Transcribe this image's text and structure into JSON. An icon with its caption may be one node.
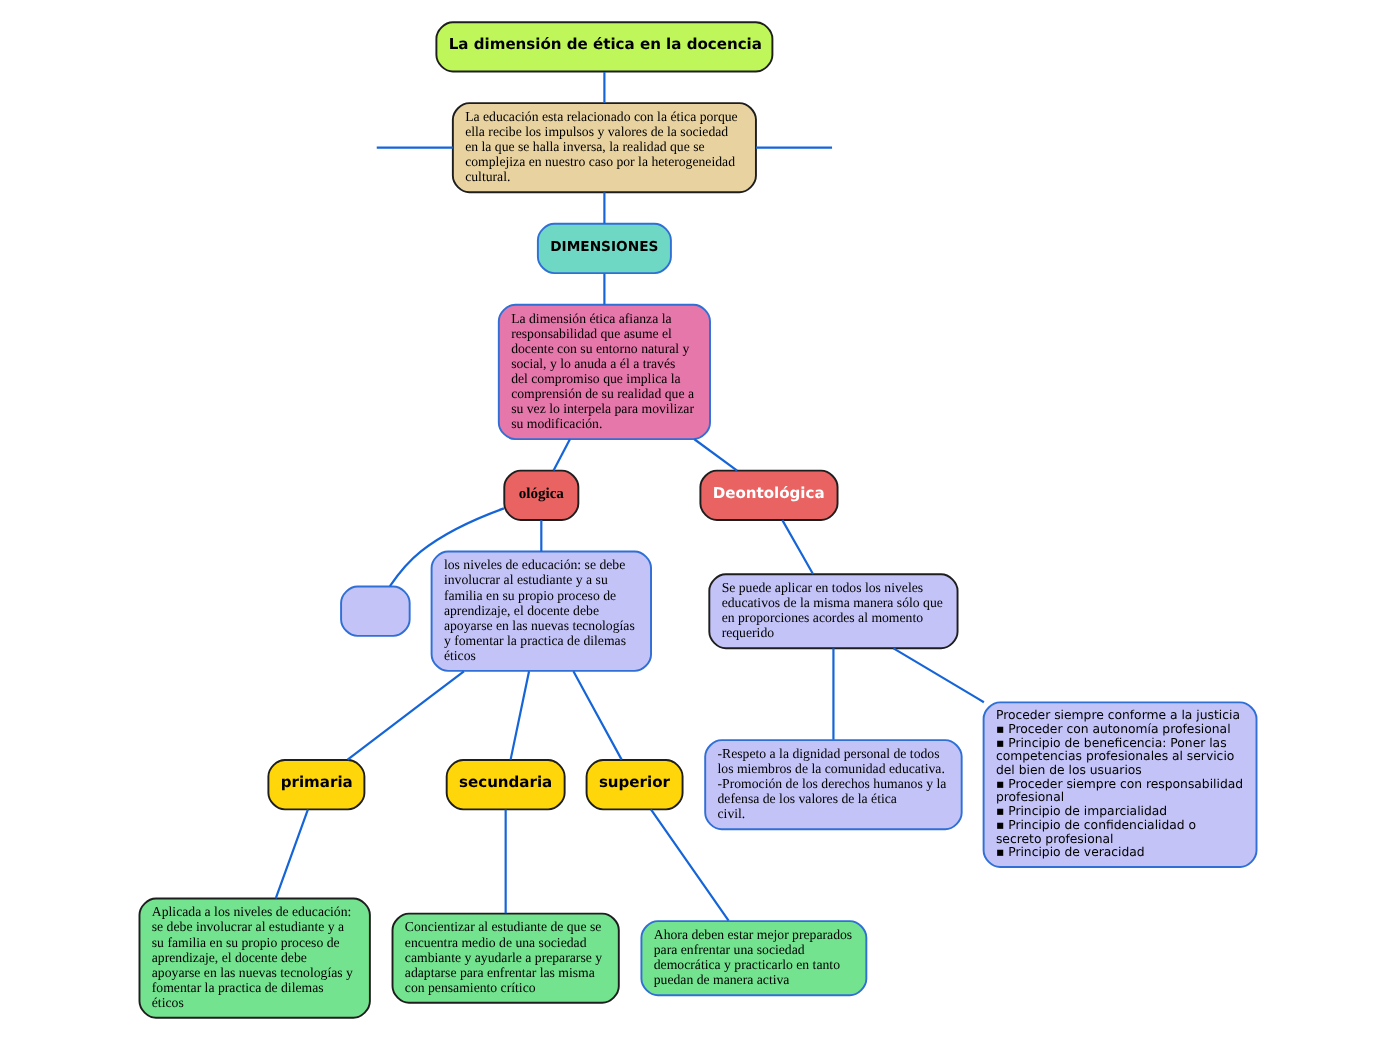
{
  "diagram": {
    "nodes": [
      {
        "text": [
          "La dimensión de ética en la docencia"
        ]
      },
      {
        "text": [
          "La educación esta relacionado con la ética porque ella recibe los impulsos y valores de la sociedad en la que se halla inversa, la realidad que se complejiza en nuestro caso por la heterogeneidad cultural."
        ]
      },
      {
        "text": [
          "DIMENSIONES"
        ]
      },
      {
        "text": [
          "La dimensión ética afianza la responsabilidad que asume el docente con su entorno natural y social, y lo anuda a él a través del compromiso que implica la comprensión de su realidad que a su vez lo interpela para movilizar su modificación."
        ]
      },
      {
        "text": [
          "ológica"
        ]
      },
      {
        "text": [
          "Deontológica"
        ]
      },
      {
        "text": [
          "los niveles de educación: se debe involucrar al estudiante y a su familia en su propio proceso de aprendizaje, el docente debe apoyarse en las nuevas tecnologías y fomentar la practica de dilemas éticos"
        ]
      },
      {
        "text": [
          "Se puede aplicar en todos los niveles educativos de la misma manera sólo que en proporciones acordes al momento requerido"
        ]
      },
      {
        "text": [],
        "shape": "box"
      },
      {
        "text": [
          "-Respeto a la dignidad personal de todos los miembros de la comunidad educativa.",
          "-Promoción de los derechos humanos y la defensa de los valores de la ética civil."
        ]
      },
      {
        "text": [
          "Proceder siempre conforme a la justicia",
          "▪ Proceder con autonomía profesional",
          "▪ Principio de beneficencia: Poner las competencias profesionales al servicio del bien de los usuarios",
          "▪ Proceder siempre con responsabilidad profesional",
          "▪ Principio de imparcialidad",
          "▪ Principio de confidencialidad o secreto profesional",
          "▪ Principio de veracidad"
        ]
      },
      {
        "text": [
          "primaria"
        ]
      },
      {
        "text": [
          "secundaria"
        ]
      },
      {
        "text": [
          "superior"
        ]
      },
      {
        "text": [
          "Aplicada a los niveles de educación: se debe involucrar al estudiante y a su familia en su propio proceso de aprendizaje, el docente debe apoyarse en las nuevas tecnologías y fomentar la practica de dilemas éticos"
        ]
      },
      {
        "text": [
          "Concientizar al estudiante de que se encuentra medio de una sociedad cambiante y ayudarle a prepararse y adaptarse para enfrentar las misma con pensamiento crítico"
        ]
      },
      {
        "text": [
          "Ahora deben estar mejor preparados para enfrentar una sociedad democrática y practicarlo en tanto puedan de manera activa"
        ]
      }
    ],
    "edges": [
      {
        "from": 0,
        "to": 1,
        "arrow": "none"
      },
      {
        "from": 1,
        "to": null,
        "arrow": "none"
      },
      {
        "from": 1,
        "to": 2,
        "arrow": "none"
      },
      {
        "from": 1,
        "to": null,
        "arrow": "none"
      },
      {
        "from": 2,
        "to": 3,
        "arrow": "none"
      },
      {
        "from": 3,
        "to": 4,
        "arrow": "none"
      },
      {
        "from": 3,
        "to": 5,
        "arrow": "none"
      },
      {
        "from": 4,
        "to": 8,
        "arrow": "none"
      },
      {
        "from": 4,
        "to": 6,
        "arrow": "none"
      },
      {
        "from": 5,
        "to": 7,
        "arrow": "none"
      },
      {
        "from": 6,
        "to": 11,
        "arrow": "none"
      },
      {
        "from": 6,
        "to": 12,
        "arrow": "none"
      },
      {
        "from": 6,
        "to": 13,
        "arrow": "none"
      },
      {
        "from": 7,
        "to": 9,
        "arrow": "none"
      },
      {
        "from": 7,
        "to": 10,
        "arrow": "none"
      },
      {
        "from": 11,
        "to": 14,
        "arrow": "none"
      },
      {
        "from": 12,
        "to": 15,
        "arrow": "none"
      },
      {
        "from": 13,
        "to": 16,
        "arrow": "none"
      }
    ]
  }
}
